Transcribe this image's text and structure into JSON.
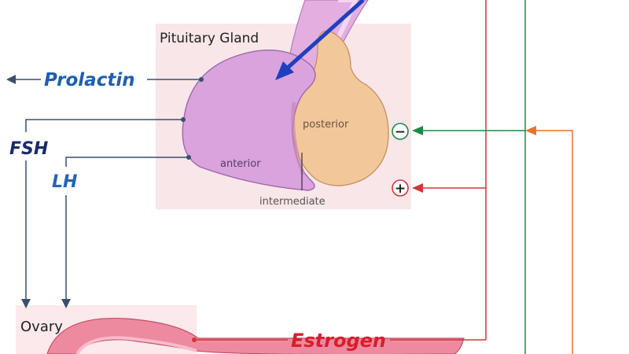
{
  "labels": {
    "gland_title": "Pituitary Gland",
    "ovary": "Ovary",
    "anterior": "anterior",
    "posterior": "posterior",
    "intermediate": "intermediate"
  },
  "hormones": {
    "prolactin": "Prolactin",
    "fsh": "FSH",
    "lh": "LH",
    "estrogen": "Estrogen"
  },
  "feedback": {
    "negative_symbol": "−",
    "positive_symbol": "+"
  },
  "colors": {
    "prolactin_text": "#1f5fb0",
    "fsh_text": "#1a2a6e",
    "lh_text": "#2563b8",
    "estrogen_text": "#d81e2a",
    "anterior_lobe": "#d9a3dd",
    "posterior_lobe": "#f2c79a",
    "gland_background": "#f9e6e8",
    "stalk_arrow": "#1f3fbf",
    "estrogen_line": "#d8323a",
    "negative_line": "#1a8a45",
    "other_line": "#e8722a",
    "connector_line": "#3b4f6e",
    "ovary": "#ee8aa0"
  }
}
